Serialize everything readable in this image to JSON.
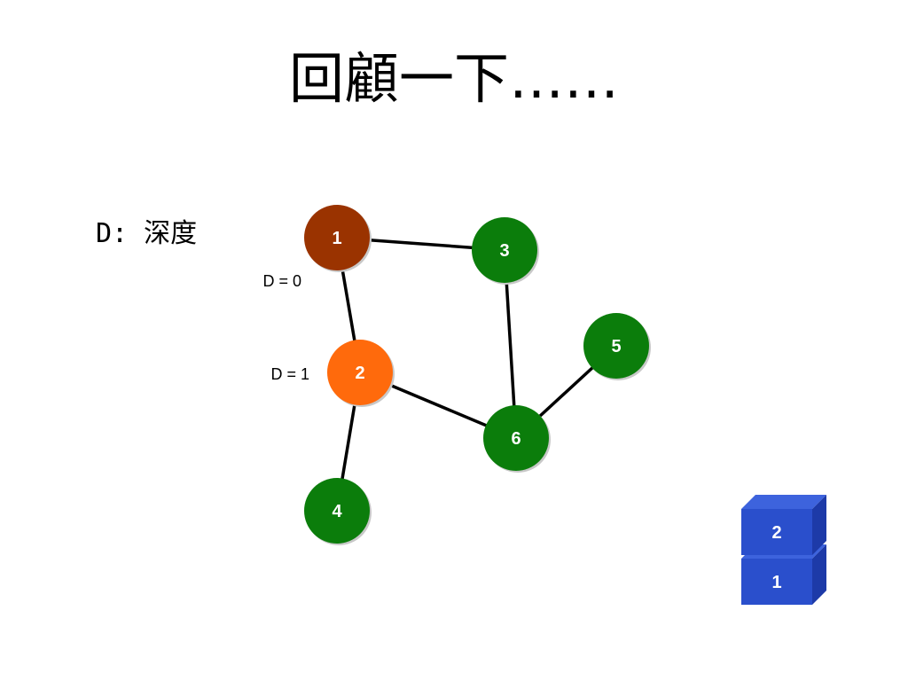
{
  "slide": {
    "title": "回顧一下……",
    "legend": "D: 深度"
  },
  "colors": {
    "visited": "#9a3300",
    "current": "#ff6a0c",
    "unvisited": "#0b7d0b",
    "edge": "#000000",
    "stack_front": "#2a4fcc",
    "stack_top": "#3d63dd",
    "stack_side": "#1d3aa8"
  },
  "graph": {
    "nodes": [
      {
        "id": "1",
        "label": "1",
        "state": "visited"
      },
      {
        "id": "2",
        "label": "2",
        "state": "current"
      },
      {
        "id": "3",
        "label": "3",
        "state": "unvisited"
      },
      {
        "id": "4",
        "label": "4",
        "state": "unvisited"
      },
      {
        "id": "5",
        "label": "5",
        "state": "unvisited"
      },
      {
        "id": "6",
        "label": "6",
        "state": "unvisited"
      }
    ],
    "edges": [
      {
        "from": "1",
        "to": "3"
      },
      {
        "from": "1",
        "to": "2"
      },
      {
        "from": "3",
        "to": "6"
      },
      {
        "from": "2",
        "to": "6"
      },
      {
        "from": "2",
        "to": "4"
      },
      {
        "from": "6",
        "to": "5"
      }
    ],
    "depth_labels": [
      {
        "node": "1",
        "text": "D = 0"
      },
      {
        "node": "2",
        "text": "D = 1"
      }
    ]
  },
  "stack": {
    "items": [
      "2",
      "1"
    ]
  }
}
